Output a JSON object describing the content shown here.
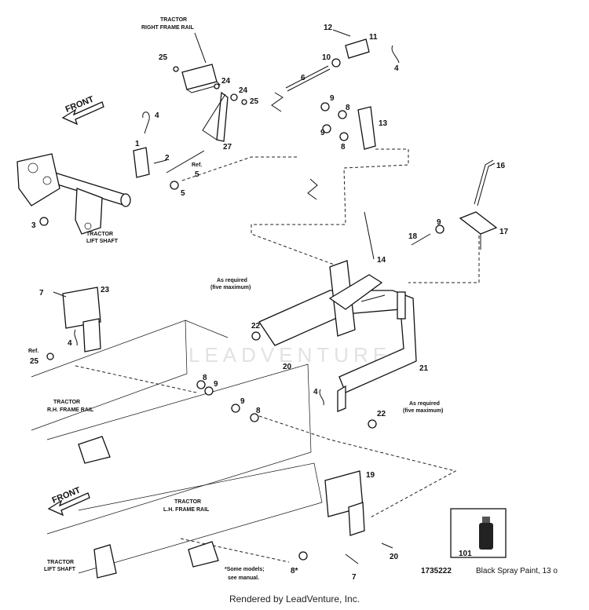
{
  "labels": {
    "tractor_right_frame_rail": "TRACTOR RIGHT FRAME RAIL",
    "front_top": "FRONT",
    "front_bottom": "FRONT",
    "tractor_lift_shaft_top": "TRACTOR LIFT SHAFT",
    "tractor_lift_shaft_bottom": "TRACTOR LIFT SHAFT",
    "tractor_rh_frame_rail": "TRACTOR R.H. FRAME RAIL",
    "tractor_lh_frame_rail": "TRACTOR L.H. FRAME RAIL",
    "as_required_1": "As required (five maximum)",
    "as_required_2": "As required (five maximum)",
    "some_models": "*Some models; see manual.",
    "ref5": "Ref. 5",
    "ref25": "Ref. 25"
  },
  "part_numbers": {
    "p1": "1",
    "p2": "2",
    "p3": "3",
    "p4a": "4",
    "p4b": "4",
    "p4c": "4",
    "p4d": "4",
    "p5": "5",
    "p6": "6",
    "p7a": "7",
    "p7b": "7",
    "p8a": "8",
    "p8b": "8",
    "p8c": "8",
    "p8d": "8",
    "p8e": "8*",
    "p9a": "9",
    "p9b": "9",
    "p9c": "9",
    "p9d": "9",
    "p9e": "9",
    "p10": "10",
    "p11": "11",
    "p12": "12",
    "p13": "13",
    "p14": "14",
    "p16": "16",
    "p17": "17",
    "p18": "18",
    "p19": "19",
    "p20a": "20",
    "p20b": "20",
    "p21": "21",
    "p22a": "22",
    "p22b": "22",
    "p23": "23",
    "p24a": "24",
    "p24b": "24",
    "p25a": "25",
    "p25b": "25",
    "p27": "27"
  },
  "paint": {
    "item_number": "101",
    "part_code": "1735222",
    "description": "Black Spray Paint, 13 o"
  },
  "watermark": "LEADVENTURE",
  "footer": "Rendered by LeadVenture, Inc."
}
